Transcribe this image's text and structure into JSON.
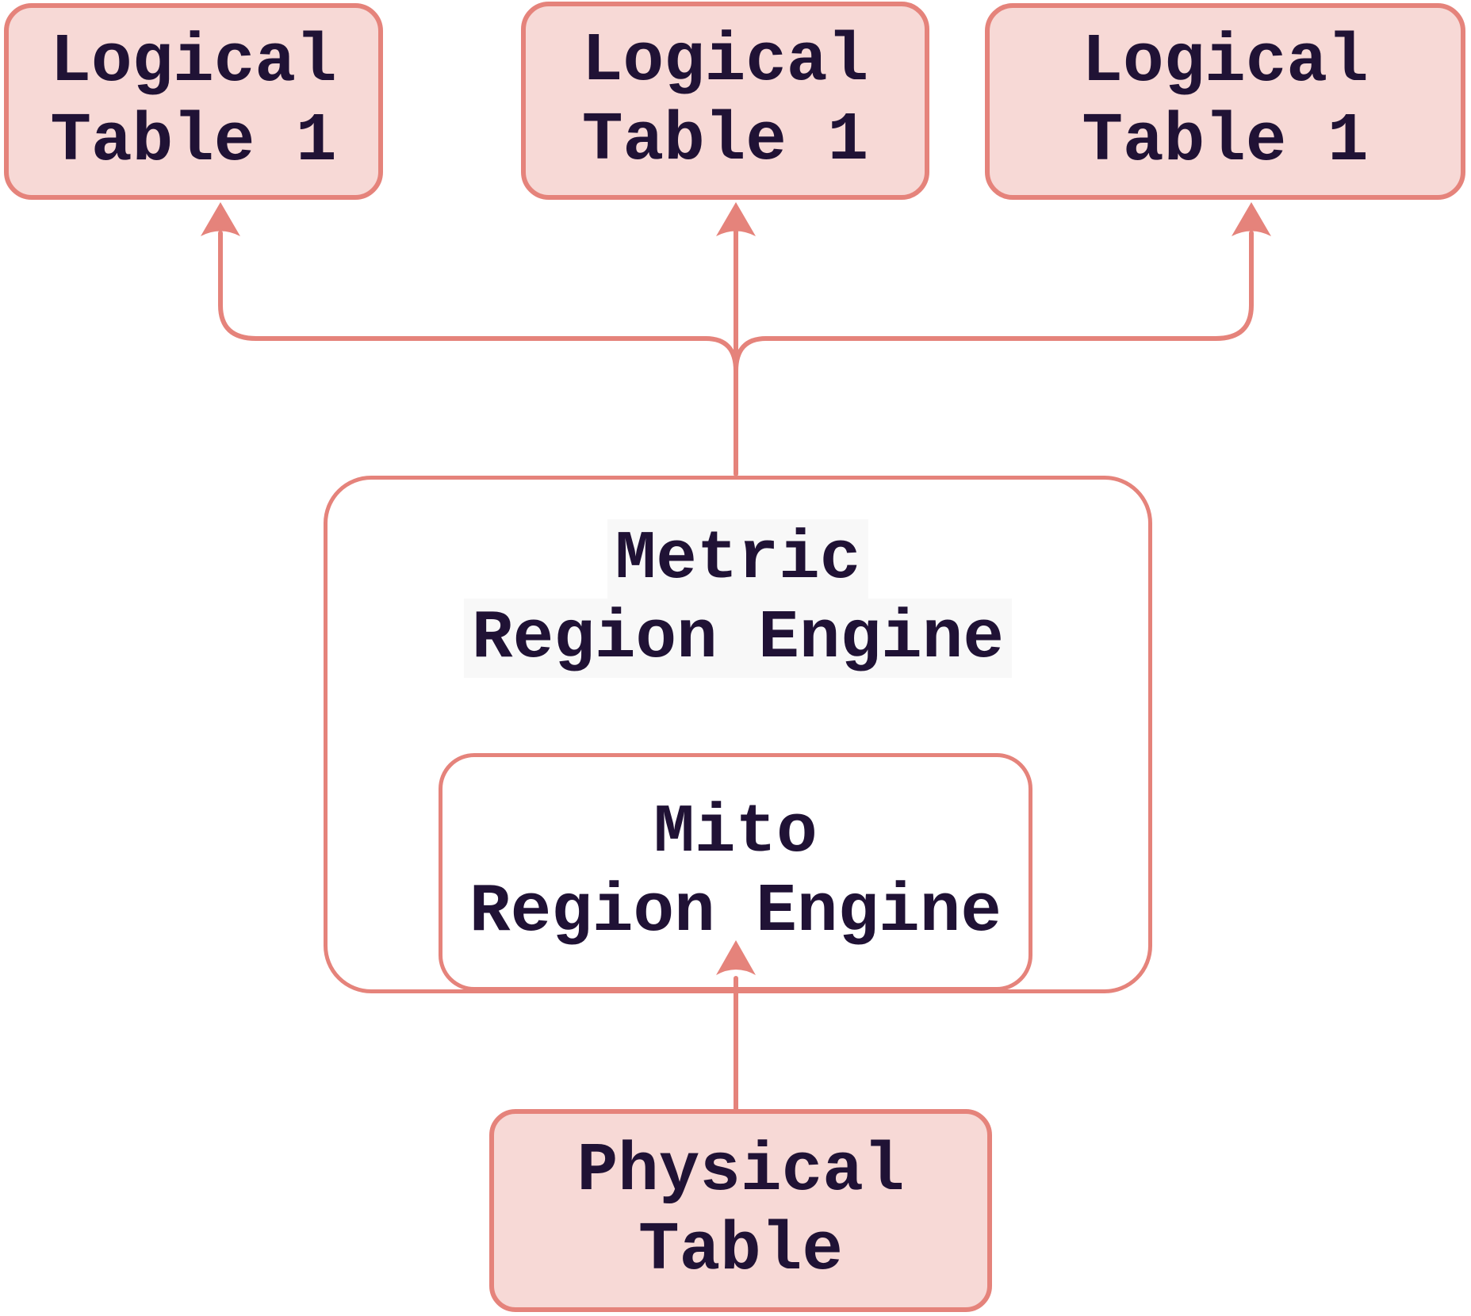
{
  "diagram": {
    "colors": {
      "background": "#ffffff",
      "stroke": "#e5837b",
      "node_fill": "#f7d9d6",
      "engine_fill": "#ffffff",
      "text": "#201235",
      "label_highlight": "#f8f8f8"
    },
    "nodes": {
      "logical_table_left": {
        "lines": [
          "Logical",
          "Table 1"
        ]
      },
      "logical_table_middle": {
        "lines": [
          "Logical",
          "Table 1"
        ]
      },
      "logical_table_right": {
        "lines": [
          "Logical",
          "Table 1"
        ]
      },
      "metric_region_engine": {
        "lines": [
          "Metric",
          "Region Engine"
        ]
      },
      "mito_region_engine": {
        "lines": [
          "Mito",
          "Region Engine"
        ]
      },
      "physical_table": {
        "lines": [
          "Physical",
          "Table"
        ]
      }
    },
    "edges": [
      {
        "from": "metric_region_engine",
        "to": "logical_table_left"
      },
      {
        "from": "metric_region_engine",
        "to": "logical_table_middle"
      },
      {
        "from": "metric_region_engine",
        "to": "logical_table_right"
      },
      {
        "from": "physical_table",
        "to": "mito_region_engine"
      }
    ]
  }
}
